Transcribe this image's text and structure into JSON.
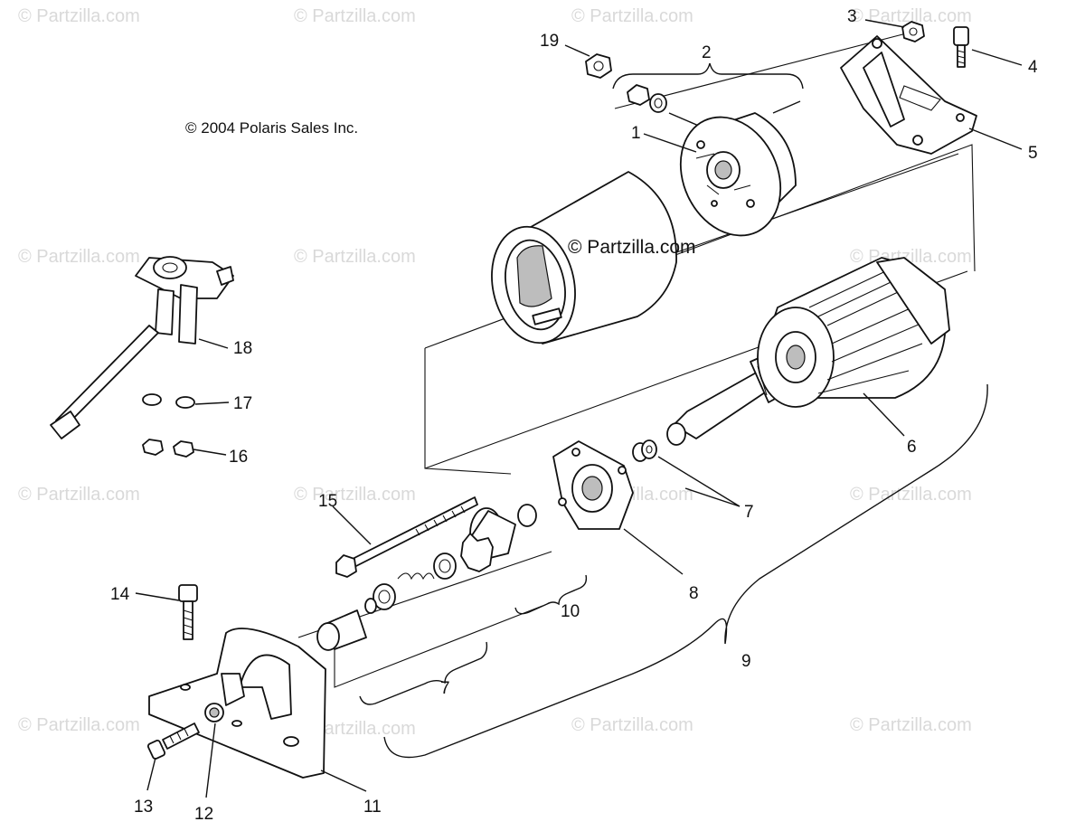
{
  "watermark_text": "© Partzilla.com",
  "copyright": "© 2004 Polaris Sales Inc.",
  "center_watermark": "© Partzilla.com",
  "callouts": {
    "c1": "1",
    "c2": "2",
    "c3": "3",
    "c4": "4",
    "c5": "5",
    "c6": "6",
    "c7a": "7",
    "c7b": "7",
    "c8": "8",
    "c9": "9",
    "c10": "10",
    "c11": "11",
    "c12": "12",
    "c13": "13",
    "c14": "14",
    "c15": "15",
    "c16": "16",
    "c17": "17",
    "c18": "18",
    "c19": "19"
  }
}
